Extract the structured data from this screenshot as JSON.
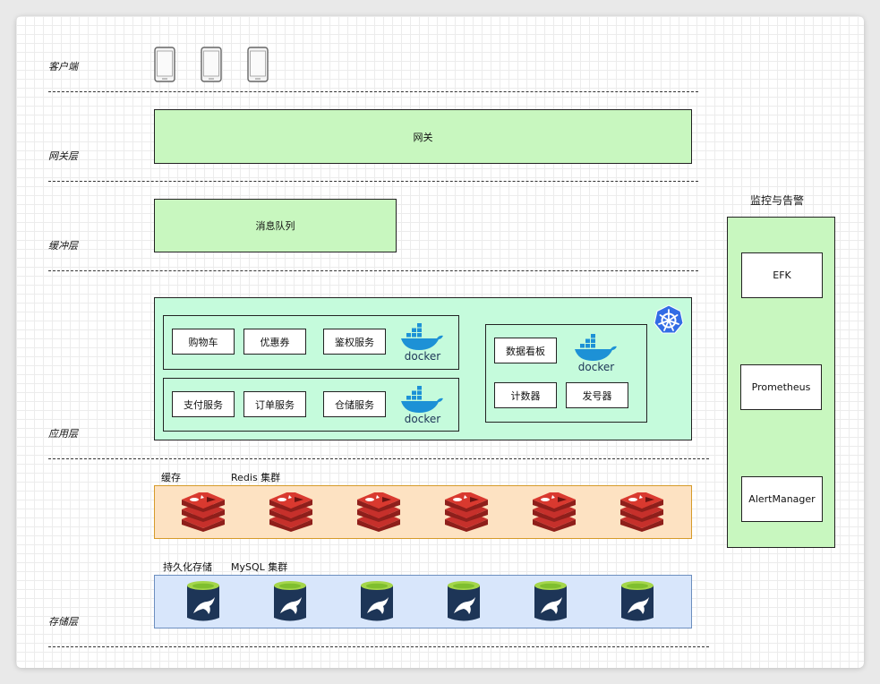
{
  "layers": {
    "client": "客户端",
    "gateway": "网关层",
    "buffer": "缓冲层",
    "application": "应用层",
    "storage": "存储层"
  },
  "gateway": {
    "label": "网关"
  },
  "queue": {
    "label": "消息队列"
  },
  "app": {
    "group1": [
      "购物车",
      "优惠券",
      "鉴权服务"
    ],
    "group2": [
      "支付服务",
      "订单服务",
      "仓储服务"
    ],
    "group3": {
      "top": "数据看板",
      "bottom": [
        "计数器",
        "发号器"
      ]
    },
    "docker_text": "docker"
  },
  "cache": {
    "label": "缓存",
    "cluster_label": "Redis 集群",
    "node_count": 6
  },
  "storage": {
    "label": "持久化存储",
    "cluster_label": "MySQL 集群",
    "node_count": 6
  },
  "monitoring": {
    "title": "监控与告警",
    "items": [
      "EFK",
      "Prometheus",
      "AlertManager"
    ]
  },
  "colors": {
    "green_fill": "#c8f7bf",
    "app_fill": "#c5fbdc",
    "cache_fill": "#fde2c2",
    "storage_fill": "#d8e6fb",
    "docker_blue": "#1d91d6",
    "redis_red": "#c6302b",
    "mysql_navy": "#1d3557",
    "k8s_blue": "#326ce5"
  },
  "icons": [
    "mobile-phone-icon",
    "docker-icon",
    "kubernetes-icon",
    "redis-icon",
    "mysql-icon"
  ]
}
